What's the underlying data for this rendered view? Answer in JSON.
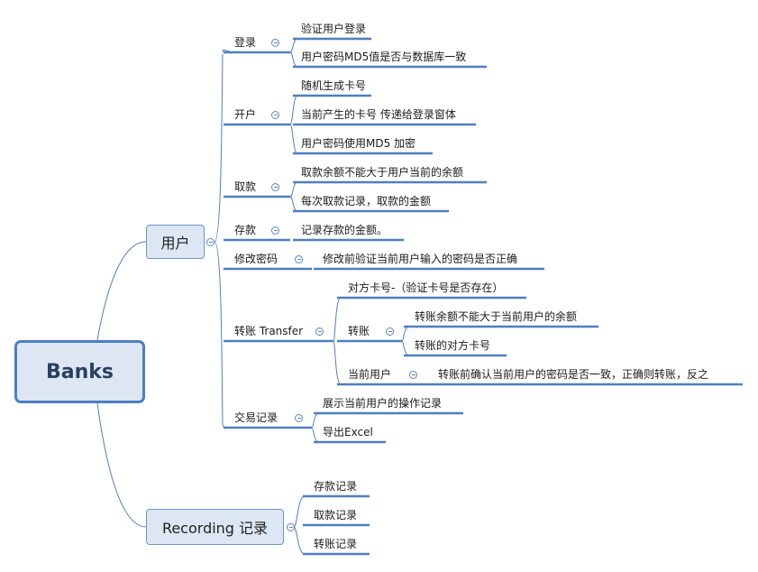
{
  "root": {
    "label": "Banks"
  },
  "user": {
    "label": "用户",
    "login": {
      "label": "登录",
      "items": [
        "验证用户登录",
        "用户密码MD5值是否与数据库一致"
      ]
    },
    "open": {
      "label": "开户",
      "items": [
        "随机生成卡号",
        "当前产生的卡号 传递给登录窗体",
        "用户密码使用MD5 加密"
      ]
    },
    "withdraw": {
      "label": "取款",
      "items": [
        "取款余额不能大于用户当前的余额",
        "每次取款记录，取款的金额"
      ]
    },
    "deposit": {
      "label": "存款",
      "items": [
        "记录存款的金额。"
      ]
    },
    "change_pwd": {
      "label": "修改密码",
      "items": [
        "修改前验证当前用户输入的密码是否正确"
      ]
    },
    "transfer": {
      "label": "转账 Transfer",
      "target_card": "对方卡号-（验证卡号是否存在）",
      "transfer_node": {
        "label": "转账",
        "items": [
          "转账余额不能大于当前用户的余额",
          "转账的对方卡号"
        ]
      },
      "current_user": {
        "label": "当前用户",
        "items": [
          "转账前确认当前用户的密码是否一致，正确则转账，反之"
        ]
      }
    },
    "trade_log": {
      "label": "交易记录",
      "items": [
        "展示当前用户的操作记录",
        "导出Excel"
      ]
    }
  },
  "recording": {
    "label": "Recording 记录",
    "items": [
      "存款记录",
      "取款记录",
      "转账记录"
    ]
  },
  "colors": {
    "line": "#4f7fc0",
    "node_fill": "#dde6f3",
    "node_border": "#6b95cc"
  }
}
